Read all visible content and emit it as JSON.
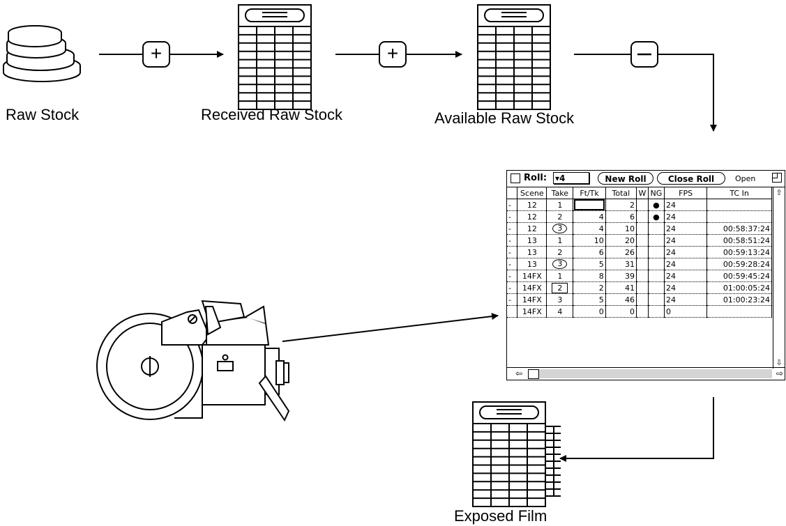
{
  "labels": {
    "raw_stock": "Raw Stock",
    "received_raw_stock": "Received Raw Stock",
    "available_raw_stock": "Available Raw Stock",
    "exposed_film": "Exposed Film"
  },
  "operators": {
    "plus1": "+",
    "plus2": "+",
    "minus": "−"
  },
  "window": {
    "roll_label": "Roll:",
    "roll_value": "▾4",
    "new_roll_button": "New Roll",
    "close_roll_button": "Close Roll",
    "status": "Open",
    "columns": [
      "Scene",
      "Take",
      "Ft/Tk",
      "Total",
      "W",
      "NG",
      "FPS",
      "TC In"
    ],
    "rows": [
      {
        "mark": "-",
        "scene": "12",
        "take": "1",
        "fttk": "",
        "total": "2",
        "w": "",
        "ng": "●",
        "fps": "24",
        "tc": ""
      },
      {
        "mark": "-",
        "scene": "12",
        "take": "2",
        "fttk": "4",
        "total": "6",
        "w": "",
        "ng": "●",
        "fps": "24",
        "tc": ""
      },
      {
        "mark": "-",
        "scene": "12",
        "take": "3",
        "fttk": "4",
        "total": "10",
        "w": "",
        "ng": "",
        "fps": "24",
        "tc": "00:58:37:24"
      },
      {
        "mark": "-",
        "scene": "13",
        "take": "1",
        "fttk": "10",
        "total": "20",
        "w": "",
        "ng": "",
        "fps": "24",
        "tc": "00:58:51:24"
      },
      {
        "mark": "-",
        "scene": "13",
        "take": "2",
        "fttk": "6",
        "total": "26",
        "w": "",
        "ng": "",
        "fps": "24",
        "tc": "00:59:13:24"
      },
      {
        "mark": "-",
        "scene": "13",
        "take": "3",
        "fttk": "5",
        "total": "31",
        "w": "",
        "ng": "",
        "fps": "24",
        "tc": "00:59:28:24"
      },
      {
        "mark": "-",
        "scene": "14FX",
        "take": "1",
        "fttk": "8",
        "total": "39",
        "w": "",
        "ng": "",
        "fps": "24",
        "tc": "00:59:45:24"
      },
      {
        "mark": "-",
        "scene": "14FX",
        "take": "2",
        "fttk": "2",
        "total": "41",
        "w": "",
        "ng": "",
        "fps": "24",
        "tc": "01:00:05:24"
      },
      {
        "mark": "-",
        "scene": "14FX",
        "take": "3",
        "fttk": "5",
        "total": "46",
        "w": "",
        "ng": "",
        "fps": "24",
        "tc": "01:00:23:24"
      },
      {
        "mark": "",
        "scene": "14FX",
        "take": "4",
        "fttk": "0",
        "total": "0",
        "w": "",
        "ng": "",
        "fps": "0",
        "tc": ""
      }
    ]
  }
}
